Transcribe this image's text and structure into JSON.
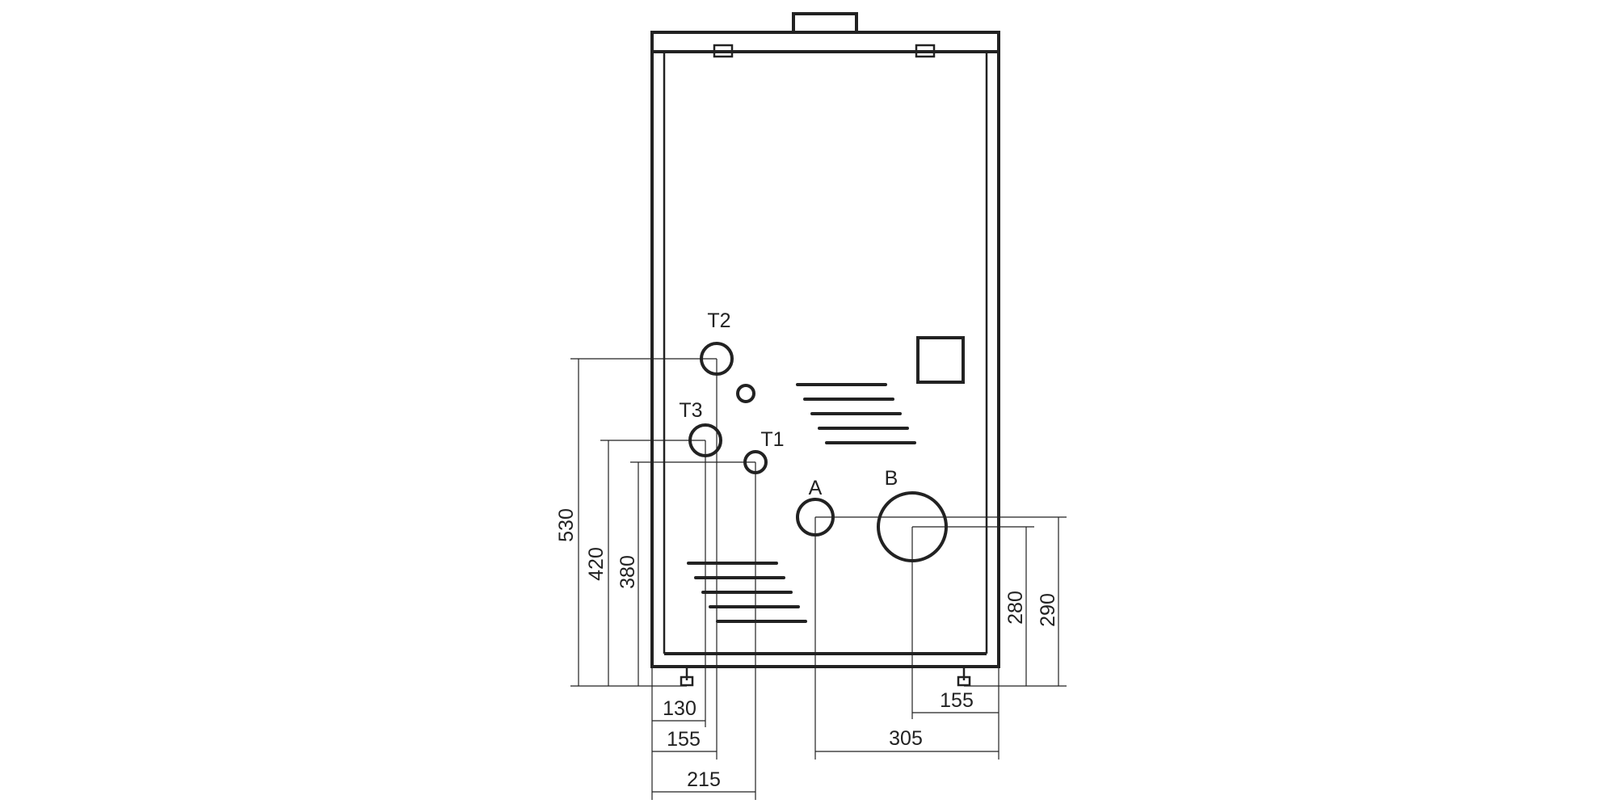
{
  "labels": {
    "t2": "T2",
    "t3": "T3",
    "t1": "T1",
    "a": "A",
    "b": "B"
  },
  "dimensions": {
    "height_t2": "530",
    "height_t3": "420",
    "height_t1": "380",
    "height_b": "280",
    "height_a": "290",
    "width_t3": "130",
    "width_t2": "155",
    "width_t1": "215",
    "width_b": "155",
    "width_a": "305"
  },
  "colors": {
    "line": "#222222",
    "background": "#ffffff"
  }
}
